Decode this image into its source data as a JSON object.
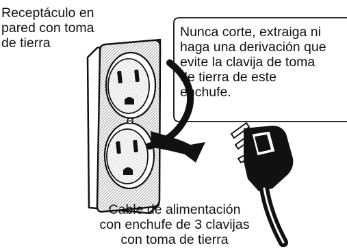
{
  "labels": {
    "outlet": [
      "Receptáculo en",
      "pared con toma",
      "de tierra"
    ],
    "warning": [
      "Nunca corte, extraiga ni",
      "haga una derivación que",
      "evite la clavija de toma",
      "de tierra de este",
      "enchufe."
    ],
    "cord": [
      "Cable de alimentación",
      "con enchufe de 3 clavijas",
      "con toma de tierra"
    ]
  },
  "colors": {
    "line": "#111111",
    "plate_hatch": "#9a9a9a",
    "background": "#ffffff"
  },
  "icons": {
    "outlet": "wall-outlet-icon",
    "plug": "grounded-plug-icon",
    "arrow": "curved-arrow-icon"
  }
}
